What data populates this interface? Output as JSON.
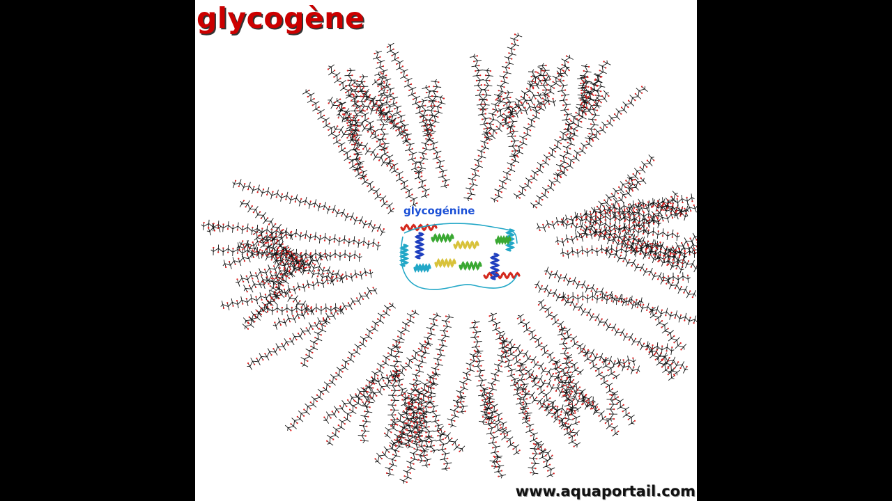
{
  "diagram": {
    "title": "glycogène",
    "core_label": "glycogénine",
    "watermark": "www.aquaportail.com"
  },
  "colors": {
    "background": "#000000",
    "panel": "#ffffff",
    "title": "#cc0000",
    "core_label": "#1a4fd6",
    "chain_bond": "#111111",
    "chain_oxygen": "#e02020",
    "protein_helix_red": "#d42a1e",
    "protein_helix_blue": "#1f3fbf",
    "protein_sheet_yellow": "#d8c23a",
    "protein_loop_green": "#3aa832",
    "protein_loop_cyan": "#22a7c7"
  },
  "icons": {
    "glucose_chain": "glucose-chain-icon",
    "protein": "glycogenin-protein-icon"
  }
}
